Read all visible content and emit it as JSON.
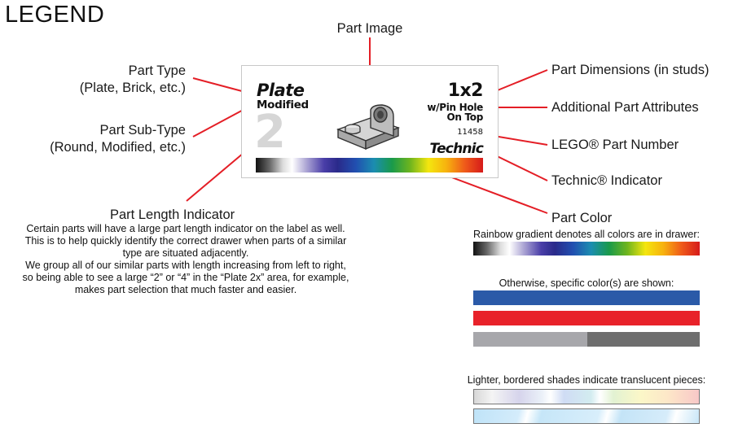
{
  "title": "LEGEND",
  "callouts": {
    "part_image": "Part Image",
    "part_type": [
      "Part Type",
      "(Plate, Brick, etc.)"
    ],
    "part_subtype": [
      "Part Sub-Type",
      "(Round, Modified, etc.)"
    ],
    "part_length_indicator": "Part Length Indicator",
    "part_dimensions": "Part Dimensions (in studs)",
    "additional_attributes": "Additional Part Attributes",
    "lego_part_number": "LEGO® Part Number",
    "technic_indicator": "Technic® Indicator",
    "part_color": "Part Color"
  },
  "sample_label": {
    "type": "Plate",
    "subtype": "Modified",
    "length": "2",
    "dimensions": "1x2",
    "attribute_line1": "w/Pin Hole",
    "attribute_line2": "On Top",
    "part_number": "11458",
    "technic": "Technic"
  },
  "length_note": [
    "Certain parts will have a large part length indicator on the label as well.",
    "This is to help quickly identify the correct drawer when parts of a similar",
    "type are situated adjacently.",
    "We group all of our similar parts with length increasing from left to right,",
    "so being able to see a large “2” or “4” in the “Plate 2x” area, for example,",
    "makes part selection that much faster and easier."
  ],
  "color_notes": {
    "rainbow": "Rainbow gradient denotes all colors are in drawer:",
    "specific": "Otherwise, specific color(s) are shown:",
    "translucent": "Lighter, bordered shades indicate translucent pieces:"
  },
  "colors": {
    "blue": "#2b5aa8",
    "red": "#e8222a",
    "light_gray": "#a7a7ab",
    "dark_gray": "#6e6e6e",
    "connector_red": "#e41e26"
  }
}
